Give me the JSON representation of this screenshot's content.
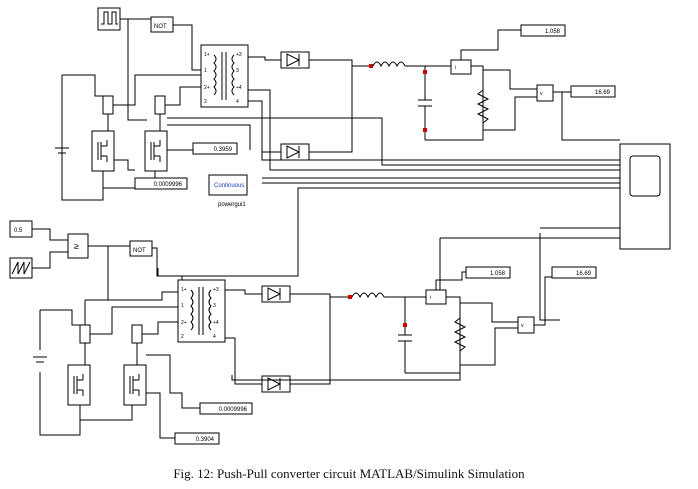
{
  "figure": {
    "caption": "Fig. 12: Push-Pull converter circuit MATLAB/Simulink Simulation"
  },
  "blocks": {
    "not_top": "NOT",
    "not_bottom": "NOT",
    "constant": "0.5",
    "compare": "≥",
    "continuous": "Continuous",
    "powergui": "powergui1",
    "scope": "Scope"
  },
  "displays": {
    "top_current": "1.058",
    "top_voltage": "16.69",
    "top_gate_a": "0.3959",
    "top_gate_b": "0.0009996",
    "bottom_current": "1.058",
    "bottom_voltage": "16.69",
    "bottom_gate_a": "0.0009996",
    "bottom_gate_b": "0.3904"
  },
  "transformer_ports": {
    "left": [
      "1+",
      "1",
      "2+",
      "2"
    ],
    "right": [
      "+3",
      "3",
      "+4",
      "4"
    ]
  },
  "colors": {
    "line": "#000000",
    "inductor": "#000000",
    "port_marker": "#cc0000",
    "powergui_text": "#1a3fbf"
  }
}
